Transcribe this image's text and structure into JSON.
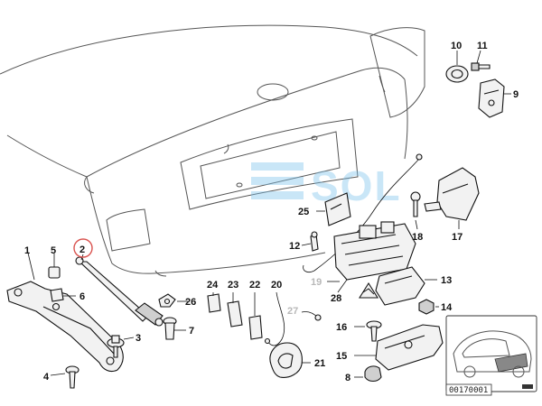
{
  "diagram": {
    "callouts": [
      {
        "id": "c1",
        "label": "1"
      },
      {
        "id": "c2",
        "label": "2"
      },
      {
        "id": "c3",
        "label": "3"
      },
      {
        "id": "c4",
        "label": "4"
      },
      {
        "id": "c5",
        "label": "5"
      },
      {
        "id": "c6",
        "label": "6"
      },
      {
        "id": "c7",
        "label": "7"
      },
      {
        "id": "c8",
        "label": "8"
      },
      {
        "id": "c9",
        "label": "9"
      },
      {
        "id": "c10",
        "label": "10"
      },
      {
        "id": "c11",
        "label": "11"
      },
      {
        "id": "c12",
        "label": "12"
      },
      {
        "id": "c13",
        "label": "13"
      },
      {
        "id": "c14",
        "label": "14"
      },
      {
        "id": "c15",
        "label": "15"
      },
      {
        "id": "c16",
        "label": "16"
      },
      {
        "id": "c17",
        "label": "17"
      },
      {
        "id": "c18",
        "label": "18"
      },
      {
        "id": "c19",
        "label": "19"
      },
      {
        "id": "c20",
        "label": "20"
      },
      {
        "id": "c21",
        "label": "21"
      },
      {
        "id": "c22",
        "label": "22"
      },
      {
        "id": "c23",
        "label": "23"
      },
      {
        "id": "c24",
        "label": "24"
      },
      {
        "id": "c25",
        "label": "25"
      },
      {
        "id": "c26",
        "label": "26"
      },
      {
        "id": "c27",
        "label": "27"
      },
      {
        "id": "c28",
        "label": "28"
      }
    ],
    "highlighted_callout": "2",
    "highlight_color": "#d9534f",
    "diagram_reference": "00170001",
    "watermark_text": "SOL",
    "watermark_color": "#7cc4ea"
  }
}
